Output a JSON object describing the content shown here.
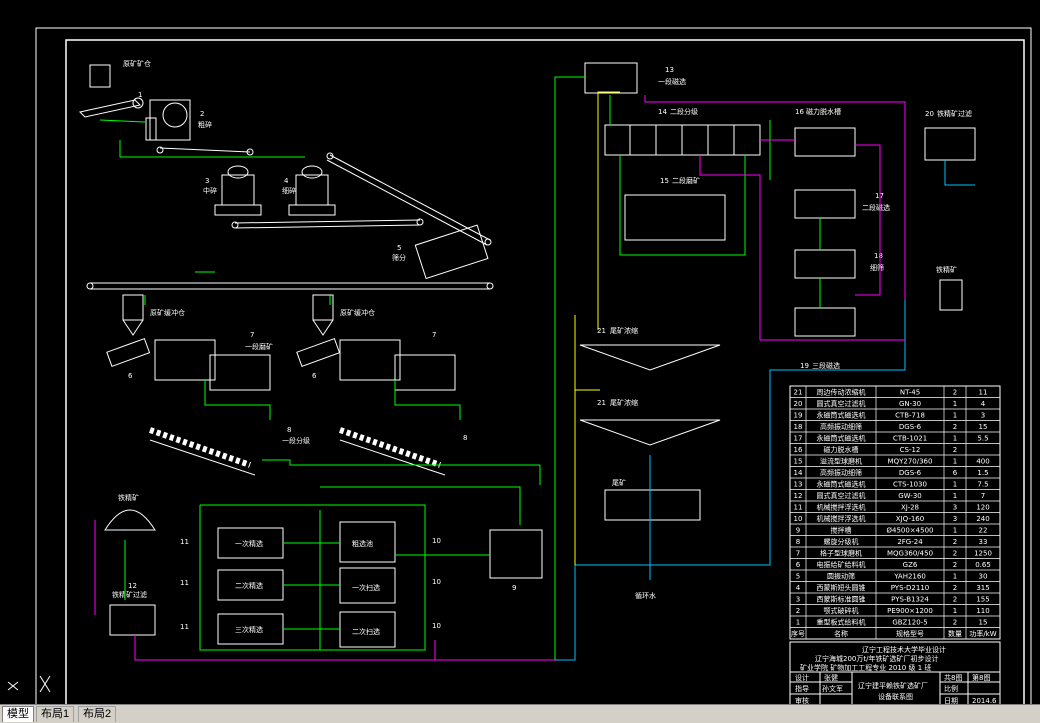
{
  "labels": {
    "raw_bin": "原矿矿仓",
    "coarse_crush": "粗碎",
    "medium_crush": "中碎",
    "fine_crush": "细碎",
    "screen": "筛分",
    "powder_bin_1": "原矿缓冲仓",
    "powder_bin_2": "原矿缓冲仓",
    "ball_mill_1": "一段磨矿",
    "classify_1": "一段分级",
    "ore_pile": "铁精矿",
    "concentrate_filter": "铁精矿过滤",
    "rough_sep": "粗选池",
    "scav_1": "一次扫选",
    "scav_2": "二次扫选",
    "clean_1": "一次精选",
    "clean_2": "二次精选",
    "clean_3": "三次精选",
    "mag_1": "一段磁选",
    "classify_2": "二段分级",
    "dewater": "磁力脱水槽",
    "mill_2": "二段磨矿",
    "mag_2": "二段磁选",
    "fine_screen": "细筛",
    "mag_3": "三段磁选",
    "thickener": "尾矿浓缩",
    "tailings": "尾矿",
    "recycle_water": "循环水",
    "concentrate": "铁精矿",
    "iron_fine": "铁精矿",
    "final_filter": "铁精矿过滤"
  },
  "numbers": {
    "n1": "1",
    "n2": "2",
    "n3": "3",
    "n4": "4",
    "n5": "5",
    "n6a": "6",
    "n6b": "6",
    "n7a": "7",
    "n7b": "7",
    "n8a": "8",
    "n8b": "8",
    "n9": "9",
    "n10a": "10",
    "n10b": "10",
    "n10c": "10",
    "n11a": "11",
    "n11b": "11",
    "n11c": "11",
    "n12": "12",
    "n13": "13",
    "n14": "14",
    "n15": "15",
    "n16": "16",
    "n17": "17",
    "n18": "18",
    "n19": "19",
    "n20": "20",
    "n21a": "21",
    "n21b": "21"
  },
  "equipment_table": {
    "rows": [
      [
        "21",
        "周边传动浓缩机",
        "NT-45",
        "2",
        "11"
      ],
      [
        "20",
        "圆式真空过滤机",
        "GN-30",
        "1",
        "4"
      ],
      [
        "19",
        "永磁筒式磁选机",
        "CTB-718",
        "1",
        "3"
      ],
      [
        "18",
        "高频振动细筛",
        "DGS-6",
        "2",
        "15"
      ],
      [
        "17",
        "永磁筒式磁选机",
        "CTB-1021",
        "1",
        "5.5"
      ],
      [
        "16",
        "磁力脱水槽",
        "CS-12",
        "2",
        ""
      ],
      [
        "15",
        "溢流型球磨机",
        "MQY270/360",
        "1",
        "400"
      ],
      [
        "14",
        "高频振动细筛",
        "DGS-6",
        "6",
        "1.5"
      ],
      [
        "13",
        "永磁筒式磁选机",
        "CTS-1030",
        "1",
        "7.5"
      ],
      [
        "12",
        "圆式真空过滤机",
        "GW-30",
        "1",
        "7"
      ],
      [
        "11",
        "机械搅拌浮选机",
        "XJ-28",
        "3",
        "120"
      ],
      [
        "10",
        "机械搅拌浮选机",
        "XJQ-160",
        "3",
        "240"
      ],
      [
        "9",
        "搅拌槽",
        "Ø4500×4500",
        "1",
        "22"
      ],
      [
        "8",
        "螺旋分级机",
        "2FG-24",
        "2",
        "33"
      ],
      [
        "7",
        "格子型球磨机",
        "MQG360/450",
        "2",
        "1250"
      ],
      [
        "6",
        "电振给矿给料机",
        "GZ6",
        "2",
        "0.65"
      ],
      [
        "5",
        "圆振动筛",
        "YAH2160",
        "1",
        "30"
      ],
      [
        "4",
        "西蒙斯短头圆锥",
        "PYS-D2110",
        "2",
        "315"
      ],
      [
        "3",
        "西蒙斯标准圆锥",
        "PYS-B1324",
        "2",
        "155"
      ],
      [
        "2",
        "颚式破碎机",
        "PE900×1200",
        "1",
        "110"
      ],
      [
        "1",
        "重型板式给料机",
        "GBZ120-5",
        "2",
        "15"
      ]
    ],
    "header": [
      "序号",
      "名称",
      "规格型号",
      "数量",
      "功率/kW"
    ]
  },
  "title_block": {
    "school": "辽宁工程技术大学毕业设计",
    "project": "辽宁海城200万t/年铁矿选矿厂初步设计",
    "student_line": "矿业学院  矿物加工工程专业 2010 级 1 班",
    "design": "设计",
    "designer": "张健",
    "guide": "指导",
    "advisor": "孙文军",
    "review": "审核",
    "drawing": "辽宁建平赖铁矿选矿厂",
    "drawing2": "设备联系图",
    "sheets": "共8图",
    "sheet_no": "第8图",
    "scale_label": "比例",
    "date_label": "日期",
    "date": "2014.6"
  },
  "tabs": [
    "模型",
    "布局1",
    "布局2"
  ],
  "colors": {
    "green": "#00ff00",
    "magenta": "#ff00ff",
    "cyan": "#00c0ff",
    "yellow": "#ffff00",
    "white": "#ffffff"
  }
}
